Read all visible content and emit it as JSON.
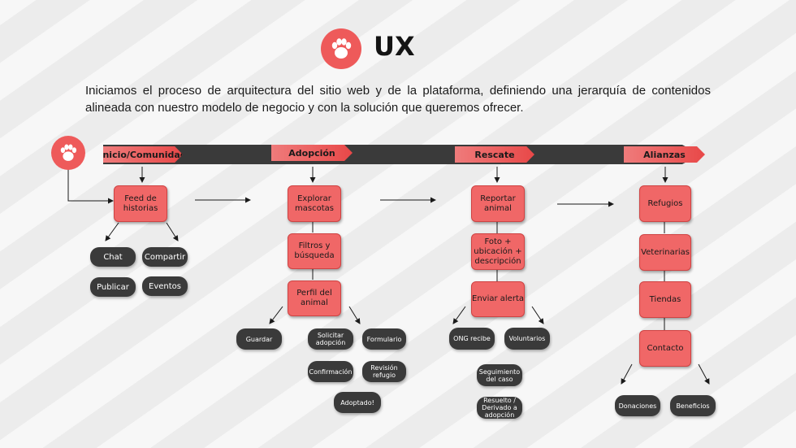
{
  "header": {
    "title": "UX",
    "logo_icon": "paw-icon"
  },
  "intro": "Iniciamos el proceso de arquitectura del sitio web y de la plataforma, definiendo una jerarquía de contenidos alineada con nuestro modelo de negocio y con la solución que queremos ofrecer.",
  "colors": {
    "accent": "#ee5a5a",
    "box": "#f06767",
    "dark": "#3a3a3a"
  },
  "phases": [
    "Inicio/Comunidad",
    "Adopción",
    "Rescate",
    "Alianzas"
  ],
  "inicio": {
    "box": "Feed de historias",
    "pills": [
      "Chat",
      "Compartir",
      "Publicar",
      "Eventos"
    ]
  },
  "adopcion": {
    "boxes": [
      "Explorar mascotas",
      "Filtros y búsqueda",
      "Perfil del animal"
    ],
    "pills": [
      "Guardar",
      "Solicitar adopción",
      "Formulario",
      "Confirmación",
      "Revisión refugio",
      "Adoptado!"
    ]
  },
  "rescate": {
    "boxes": [
      "Reportar animal",
      "Foto + ubicación + descripción",
      "Enviar alerta"
    ],
    "pills": [
      "ONG recibe",
      "Voluntarios",
      "Seguimiento del caso",
      "Resuelto / Derivado a adopción"
    ]
  },
  "alianzas": {
    "boxes": [
      "Refugios",
      "Veterinarias",
      "Tiendas",
      "Contacto"
    ],
    "pills": [
      "Donaciones",
      "Beneficios"
    ]
  }
}
